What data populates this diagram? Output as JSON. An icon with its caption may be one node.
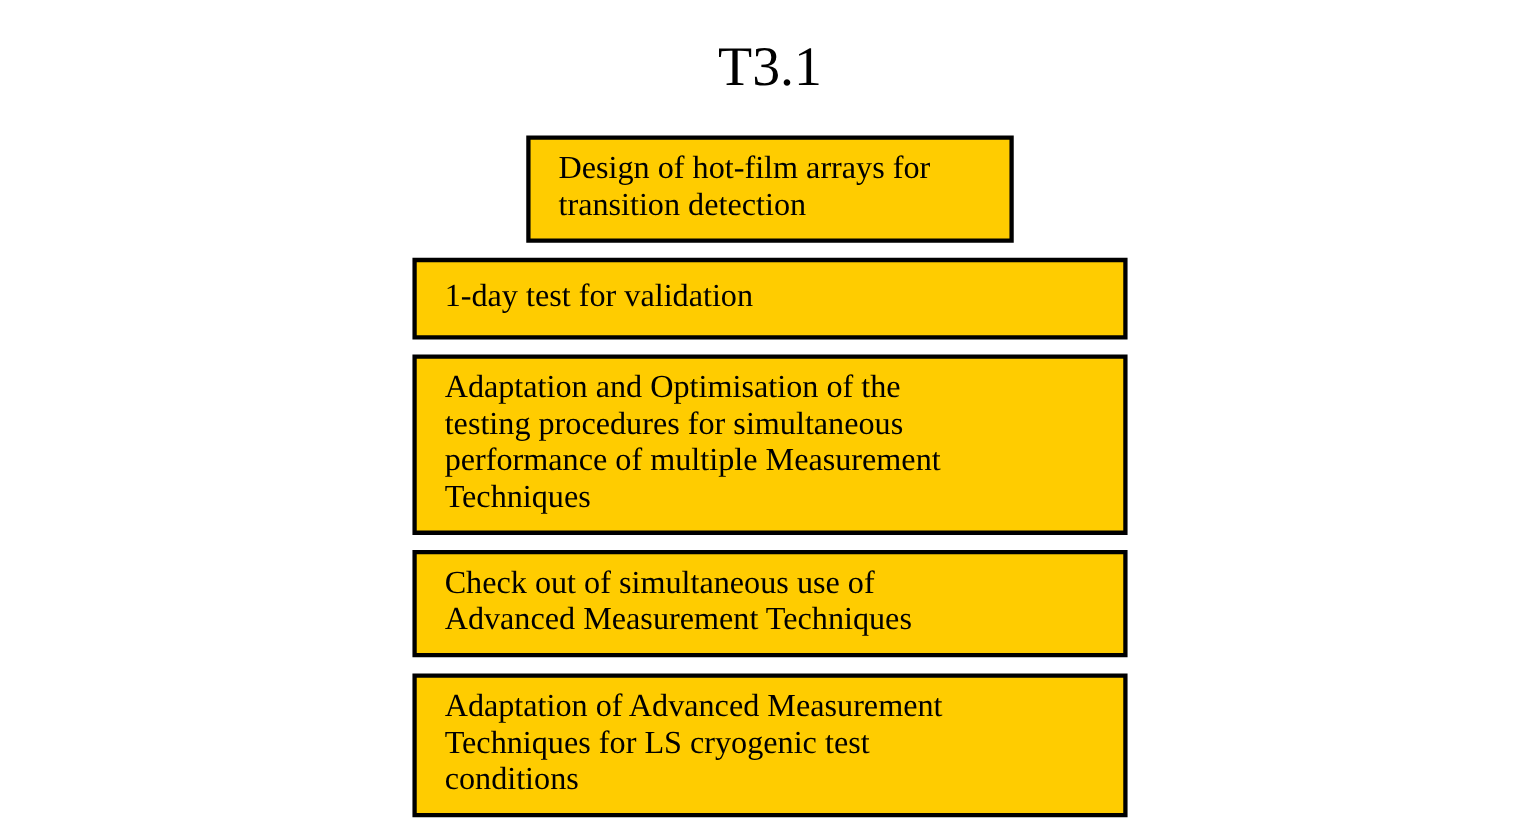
{
  "diagram": {
    "nodes": [
      {
        "text": [
          "Adaptation of Advanced Measurement Techniques for LS cryogenic test conditions"
        ]
      },
      {
        "text": [
          "Check out of simultaneous use of Advanced Measurement Techniques"
        ]
      },
      {
        "text": [
          "Adaptation and Optimisation of the testing procedures for simultaneous performance of multiple Measurement Techniques"
        ]
      },
      {
        "text": [
          "1-day test for validation"
        ]
      },
      {
        "text": [
          "Design of hot-film arrays for transition detection"
        ]
      }
    ],
    "edges": [],
    "labels": [
      "T3.1"
    ]
  }
}
